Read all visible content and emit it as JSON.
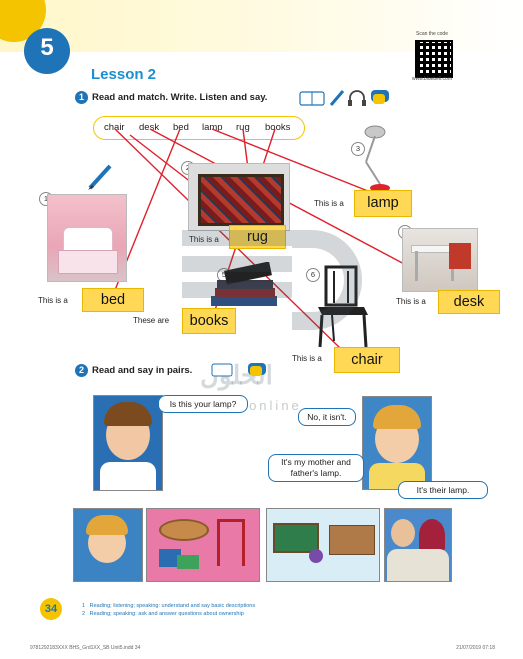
{
  "header": {
    "unit_number": "5",
    "qr_caption_top": "Scan the code",
    "qr_caption_bottom": "www.bluebell.com"
  },
  "lesson": {
    "title": "Lesson 2"
  },
  "activity1": {
    "number": "1",
    "instruction": "Read and match. Write. Listen and say.",
    "icons": [
      "book-icon",
      "pencil-icon",
      "headphones-icon",
      "speech-bubble-icon"
    ],
    "word_bank": [
      "chair",
      "desk",
      "bed",
      "lamp",
      "rug",
      "books"
    ],
    "items": [
      {
        "num": "1",
        "picture": "bedroom",
        "prompt": "This is a",
        "answer": "bed"
      },
      {
        "num": "2",
        "picture": "rug",
        "prompt": "This is a",
        "answer": "rug"
      },
      {
        "num": "3",
        "picture": "lamp",
        "prompt": "This is a",
        "answer": "lamp"
      },
      {
        "num": "4",
        "picture": "desk",
        "prompt": "This is a",
        "answer": "desk"
      },
      {
        "num": "5",
        "picture": "books",
        "prompt": "These are",
        "answer": "books"
      },
      {
        "num": "6",
        "picture": "chair",
        "prompt": "This is a",
        "answer": "chair"
      }
    ]
  },
  "activity2": {
    "number": "2",
    "instruction": "Read and say in pairs.",
    "bubbles": [
      "Is this your lamp?",
      "No, it isn't.",
      "It's my mother and father's lamp.",
      "It's their lamp."
    ]
  },
  "watermark": {
    "arabic": "الحلول",
    "url": "hulul.online"
  },
  "footer": {
    "page_number": "34",
    "note1_num": "1",
    "note1": "Reading; listening; speaking: understand and say basic descriptions",
    "note2_num": "2",
    "note2": "Reading; speaking: ask and answer questions about ownership",
    "print_left": "9781292183XXX  BHS_Grd1XX_SB  Unit5.indd  34",
    "print_right": "21/07/2019  07:18"
  },
  "colors": {
    "accent_blue": "#1f73b7",
    "answer_yellow": "#ffd955",
    "line_red": "#e0202b"
  }
}
